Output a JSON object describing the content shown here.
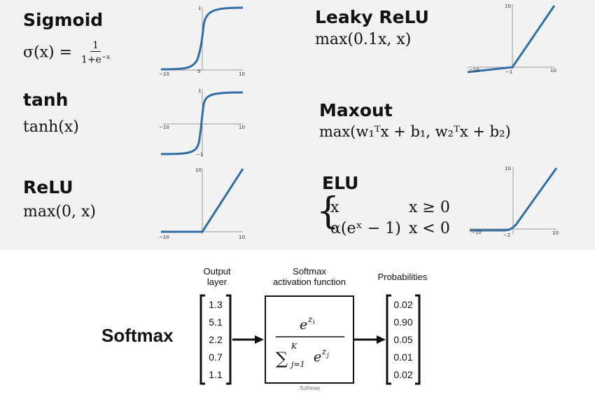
{
  "functions": {
    "sigmoid": {
      "name": "Sigmoid",
      "lhs": "σ(x) =",
      "num": "1",
      "den": "1+e",
      "den_exp": "−x",
      "axis": {
        "xmin": "−10",
        "xmax": "10",
        "zero": "0",
        "ymax": "1"
      }
    },
    "tanh": {
      "name": "tanh",
      "formula": "tanh(x)",
      "axis": {
        "xmin": "−10",
        "xmax": "10",
        "ymax": "1",
        "ymin": "−1"
      }
    },
    "relu": {
      "name": "ReLU",
      "formula": "max(0, x)",
      "axis": {
        "xmin": "−10",
        "xmax": "10",
        "ymax": "10"
      }
    },
    "leaky_relu": {
      "name": "Leaky ReLU",
      "formula": "max(0.1x, x)",
      "axis": {
        "xmin": "−10",
        "xmax": "10",
        "ymax": "10",
        "neg": "−1"
      }
    },
    "maxout": {
      "name": "Maxout",
      "formula": "max(w₁ᵀx + b₁, w₂ᵀx + b₂)"
    },
    "elu": {
      "name": "ELU",
      "case1_expr": "x",
      "case1_cond": "x ≥ 0",
      "case2_expr": "α(eˣ − 1)",
      "case2_cond": "x < 0",
      "axis": {
        "xmin": "−10",
        "xmax": "10",
        "ymax": "10",
        "neg": "−2"
      }
    }
  },
  "softmax": {
    "title": "Softmax",
    "output_header": "Output\nlayer",
    "activation_header": "Softmax\nactivation function",
    "prob_header": "Probabilities",
    "inputs": [
      "1.3",
      "5.1",
      "2.2",
      "0.7",
      "1.1"
    ],
    "outputs": [
      "0.02",
      "0.90",
      "0.05",
      "0.01",
      "0.02"
    ],
    "caption": "Softmax"
  },
  "colors": {
    "curve": "#2f6fa5",
    "axis": "#888888"
  }
}
